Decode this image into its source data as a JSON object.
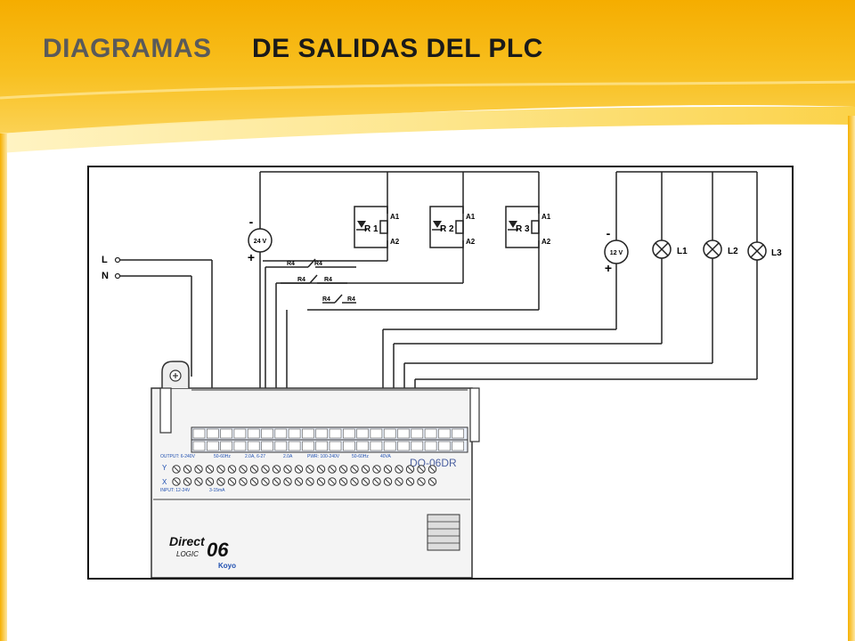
{
  "slide": {
    "title_part1": "DIAGRAMAS",
    "title_part2": "DE SALIDAS DEL PLC",
    "colors": {
      "banner_yellow": "#f7b500",
      "banner_light": "#fde27a",
      "title_gray": "#5a5a5a",
      "title_dark": "#1a1a1a"
    }
  },
  "diagram": {
    "supply_24v": {
      "label": "24 V",
      "minus": "-",
      "plus": "+"
    },
    "supply_12v": {
      "label": "12 V",
      "minus": "-",
      "plus": "+"
    },
    "line_L": "L",
    "line_N": "N",
    "relays": [
      {
        "label": "R 1",
        "a1": "A1",
        "a2": "A2"
      },
      {
        "label": "R 2",
        "a1": "A1",
        "a2": "A2"
      },
      {
        "label": "R 3",
        "a1": "A1",
        "a2": "A2"
      }
    ],
    "contacts": [
      {
        "left": "R4",
        "right": "R4"
      },
      {
        "left": "R4",
        "right": "R4"
      },
      {
        "left": "R4",
        "right": "R4"
      }
    ],
    "lamps": [
      "L1",
      "L2",
      "L3"
    ],
    "plc": {
      "model": "DO-06DR",
      "brand_line1": "Direct",
      "brand_line2": "LOGIC",
      "brand_number": "06",
      "brand_maker": "Koyo",
      "row_y": "Y",
      "row_x": "X",
      "output_spec": "OUTPUT: 6-240V",
      "freq_spec": "50-60Hz",
      "current_spec": "2.0A, 6-27",
      "amp_spec": "2.0A",
      "pwr_spec": "PWR: 100-240V",
      "pwr_freq": "50-60Hz",
      "va_spec": "40VA",
      "input_spec": "INPUT: 12-24V",
      "input_current": "3-15mA"
    }
  }
}
